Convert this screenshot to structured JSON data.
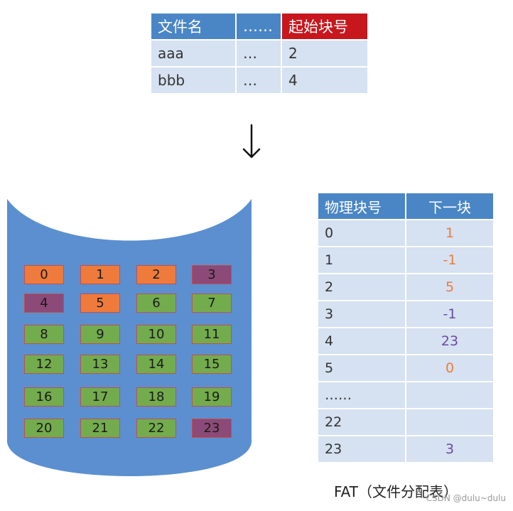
{
  "directory": {
    "headers": [
      "文件名",
      "……",
      "起始块号"
    ],
    "rows": [
      [
        "aaa",
        "…",
        "2"
      ],
      [
        "bbb",
        "…",
        "4"
      ]
    ]
  },
  "colors": {
    "header_blue": "#4a86c5",
    "header_red": "#c8161d",
    "cell_light": "#d6e1f1",
    "disk_blue": "#5b8fd0",
    "block_orange": "#ee7b3c",
    "block_purple": "#8b4a78",
    "block_green": "#73ac4d",
    "value_orange": "#ee7b3c",
    "value_purple": "#6a4aa8"
  },
  "arrow_icon": "down-arrow",
  "disk": {
    "blocks": [
      {
        "label": "0",
        "color": "orange"
      },
      {
        "label": "1",
        "color": "orange"
      },
      {
        "label": "2",
        "color": "orange"
      },
      {
        "label": "3",
        "color": "purple"
      },
      {
        "label": "4",
        "color": "purple"
      },
      {
        "label": "5",
        "color": "orange"
      },
      {
        "label": "6",
        "color": "green"
      },
      {
        "label": "7",
        "color": "green"
      },
      {
        "label": "8",
        "color": "green"
      },
      {
        "label": "9",
        "color": "green"
      },
      {
        "label": "10",
        "color": "green"
      },
      {
        "label": "11",
        "color": "green"
      },
      {
        "label": "12",
        "color": "green"
      },
      {
        "label": "13",
        "color": "green"
      },
      {
        "label": "14",
        "color": "green"
      },
      {
        "label": "15",
        "color": "green"
      },
      {
        "label": "16",
        "color": "green"
      },
      {
        "label": "17",
        "color": "green"
      },
      {
        "label": "18",
        "color": "green"
      },
      {
        "label": "19",
        "color": "green"
      },
      {
        "label": "20",
        "color": "green"
      },
      {
        "label": "21",
        "color": "green"
      },
      {
        "label": "22",
        "color": "green"
      },
      {
        "label": "23",
        "color": "purple"
      }
    ]
  },
  "fat": {
    "headers": [
      "物理块号",
      "下一块"
    ],
    "rows": [
      {
        "block": "0",
        "next": "1",
        "color": "orange"
      },
      {
        "block": "1",
        "next": "-1",
        "color": "orange"
      },
      {
        "block": "2",
        "next": "5",
        "color": "orange"
      },
      {
        "block": "3",
        "next": "-1",
        "color": "purple"
      },
      {
        "block": "4",
        "next": "23",
        "color": "purple"
      },
      {
        "block": "5",
        "next": "0",
        "color": "orange"
      },
      {
        "block": "……",
        "next": "",
        "color": "none"
      },
      {
        "block": "22",
        "next": "",
        "color": "none"
      },
      {
        "block": "23",
        "next": "3",
        "color": "purple"
      }
    ],
    "caption": "FAT（文件分配表）"
  },
  "watermark": "CSDN @dulu~dulu"
}
